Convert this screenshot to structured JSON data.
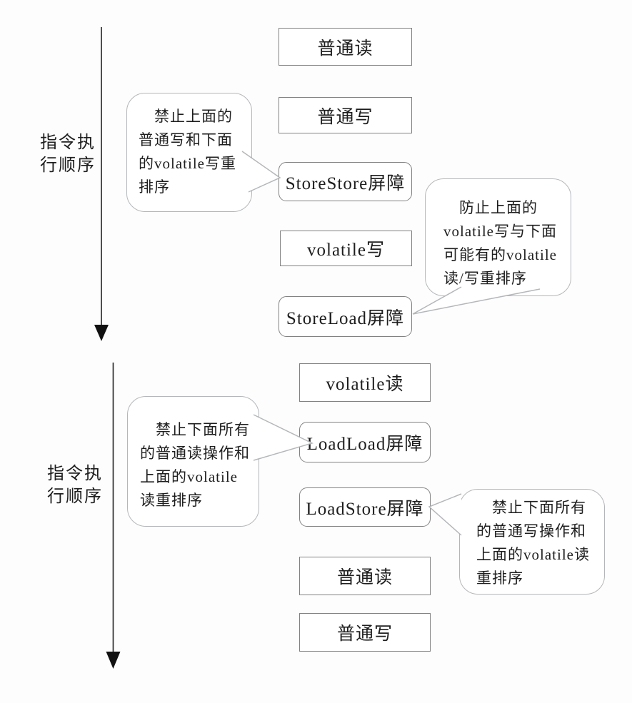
{
  "colors": {
    "box-border": "#828282",
    "bubble-border": "#b4b7ba",
    "text": "#1e1e1e",
    "arrow": "#2f2f2f",
    "arrowhead": "#111111"
  },
  "sections": [
    {
      "axis_label": "指令执\n行顺序",
      "boxes": [
        {
          "label": "普通读",
          "kind": "operation"
        },
        {
          "label": "普通写",
          "kind": "operation"
        },
        {
          "label": "StoreStore屏障",
          "kind": "barrier"
        },
        {
          "label": "volatile写",
          "kind": "operation"
        },
        {
          "label": "StoreLoad屏障",
          "kind": "barrier"
        }
      ],
      "callout_left": "　禁止上面的\n普通写和下面\n的volatile写重\n排序",
      "callout_right": "　防止上面的\nvolatile写与下面\n可能有的volatile\n读/写重排序"
    },
    {
      "axis_label": "指令执\n行顺序",
      "boxes": [
        {
          "label": "volatile读",
          "kind": "operation"
        },
        {
          "label": "LoadLoad屏障",
          "kind": "barrier"
        },
        {
          "label": "LoadStore屏障",
          "kind": "barrier"
        },
        {
          "label": "普通读",
          "kind": "operation"
        },
        {
          "label": "普通写",
          "kind": "operation"
        }
      ],
      "callout_left": "　禁止下面所有\n的普通读操作和\n上面的volatile\n读重排序",
      "callout_right": "　禁止下面所有\n的普通写操作和\n上面的volatile读\n重排序"
    }
  ]
}
